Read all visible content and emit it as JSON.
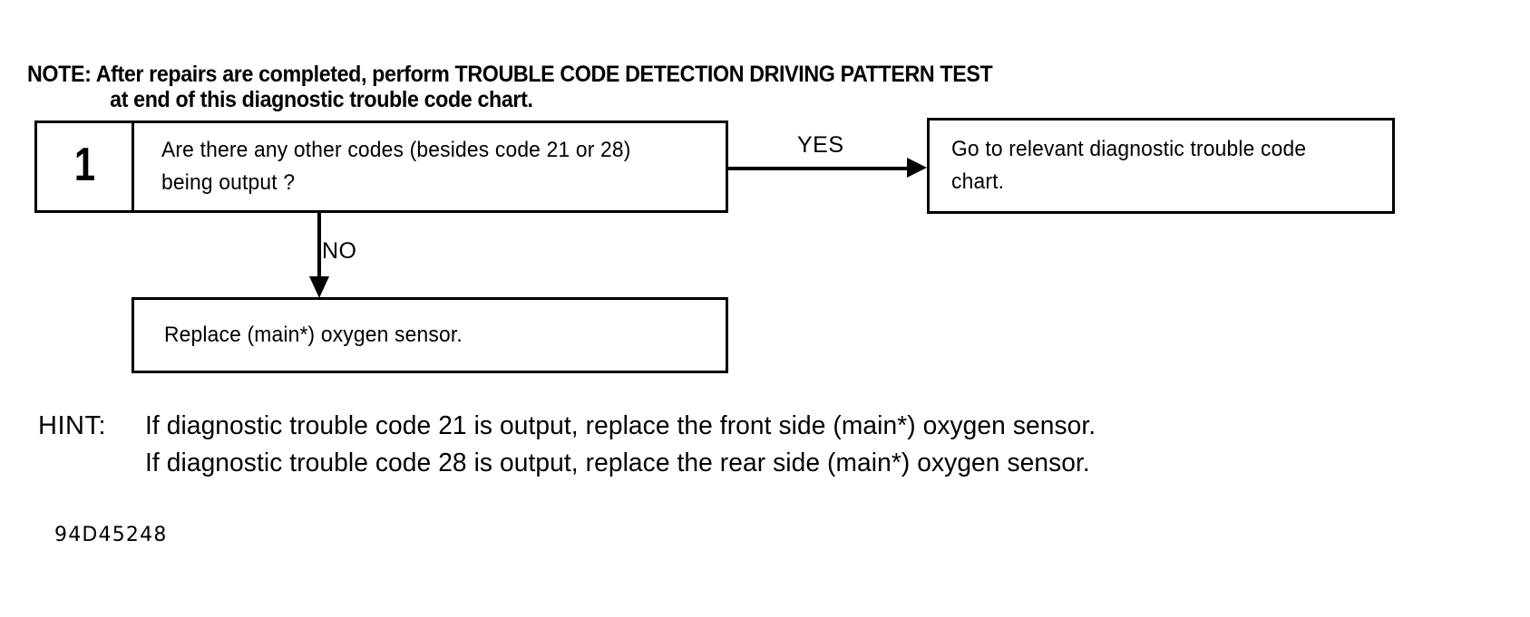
{
  "note": {
    "line1": "NOTE: After repairs are completed, perform TROUBLE CODE DETECTION DRIVING PATTERN TEST",
    "line2": "at end of this diagnostic trouble code chart."
  },
  "flow": {
    "step": {
      "number": "1",
      "question": "Are there any other codes (besides code 21 or 28) being output ?"
    },
    "branches": {
      "yes_label": "YES",
      "no_label": "NO"
    },
    "yes_result": "Go to relevant diagnostic trouble code chart.",
    "no_result": "Replace (main*) oxygen sensor."
  },
  "hint": {
    "label": "HINT:",
    "line1": "If diagnostic trouble code 21 is output, replace the front side (main*) oxygen sensor.",
    "line2": "If diagnostic trouble code 28 is output, replace the rear side (main*) oxygen sensor."
  },
  "figure_id": "94D45248",
  "colors": {
    "ink": "#000000",
    "paper": "#ffffff"
  }
}
